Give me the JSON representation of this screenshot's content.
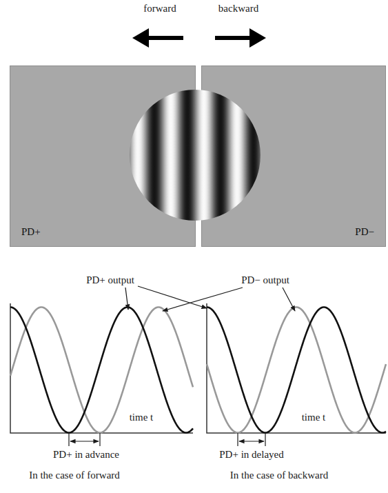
{
  "diagram": {
    "nodes": [
      {
        "text": [
          "PD+"
        ]
      },
      {
        "text": [
          "PD−"
        ]
      }
    ],
    "labels": [
      "forward",
      "backward",
      "PD+ output",
      "PD− output",
      "time t",
      "PD+ in advance",
      "In the case of forward",
      "time t",
      "PD+ in delayed",
      "In the case of backward"
    ]
  }
}
